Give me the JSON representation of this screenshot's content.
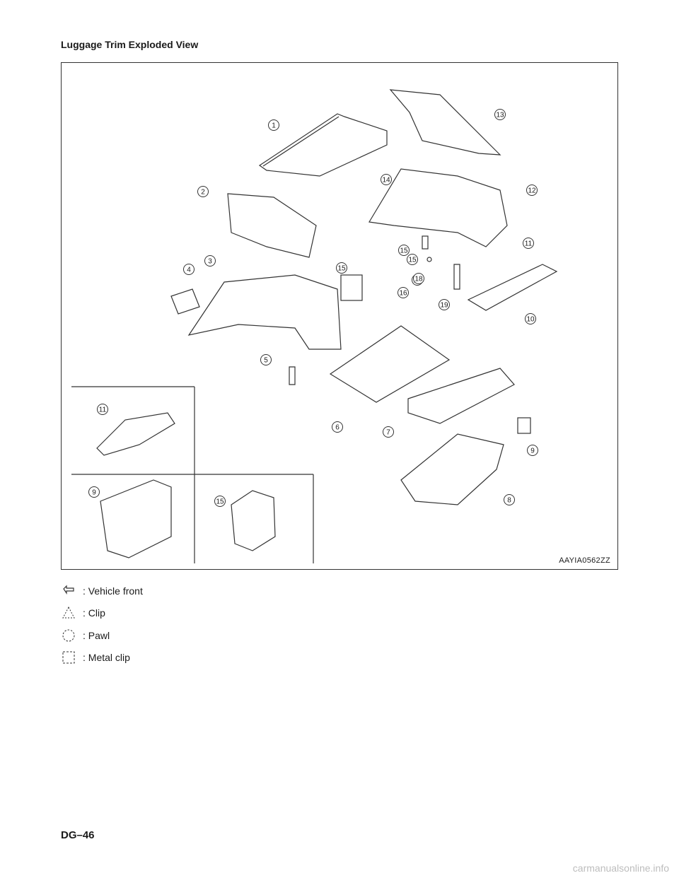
{
  "header": {
    "title": "Luggage Trim Exploded View"
  },
  "figure": {
    "id": "AAYIA0562ZZ",
    "callouts": [
      "1",
      "2",
      "3",
      "4",
      "5",
      "6",
      "7",
      "8",
      "9",
      "10",
      "11",
      "12",
      "13",
      "14",
      "15",
      "15",
      "16",
      "15",
      "17",
      "18",
      "19"
    ],
    "inset_callouts": [
      "11",
      "9",
      "15"
    ]
  },
  "legend": {
    "items": [
      {
        "icon": "vehicle-front-arrow-icon",
        "label": ": Vehicle front"
      },
      {
        "icon": "clip-triangle-icon",
        "label": ": Clip"
      },
      {
        "icon": "pawl-circle-icon",
        "label": ": Pawl"
      },
      {
        "icon": "metal-clip-square-icon",
        "label": ": Metal clip"
      }
    ]
  },
  "footer": {
    "page": "DG–46"
  },
  "watermark": {
    "text": "carmanualsonline.info"
  },
  "colors": {
    "line": "#333333",
    "text": "#1a1a1a",
    "watermark": "#bdbdbd"
  }
}
